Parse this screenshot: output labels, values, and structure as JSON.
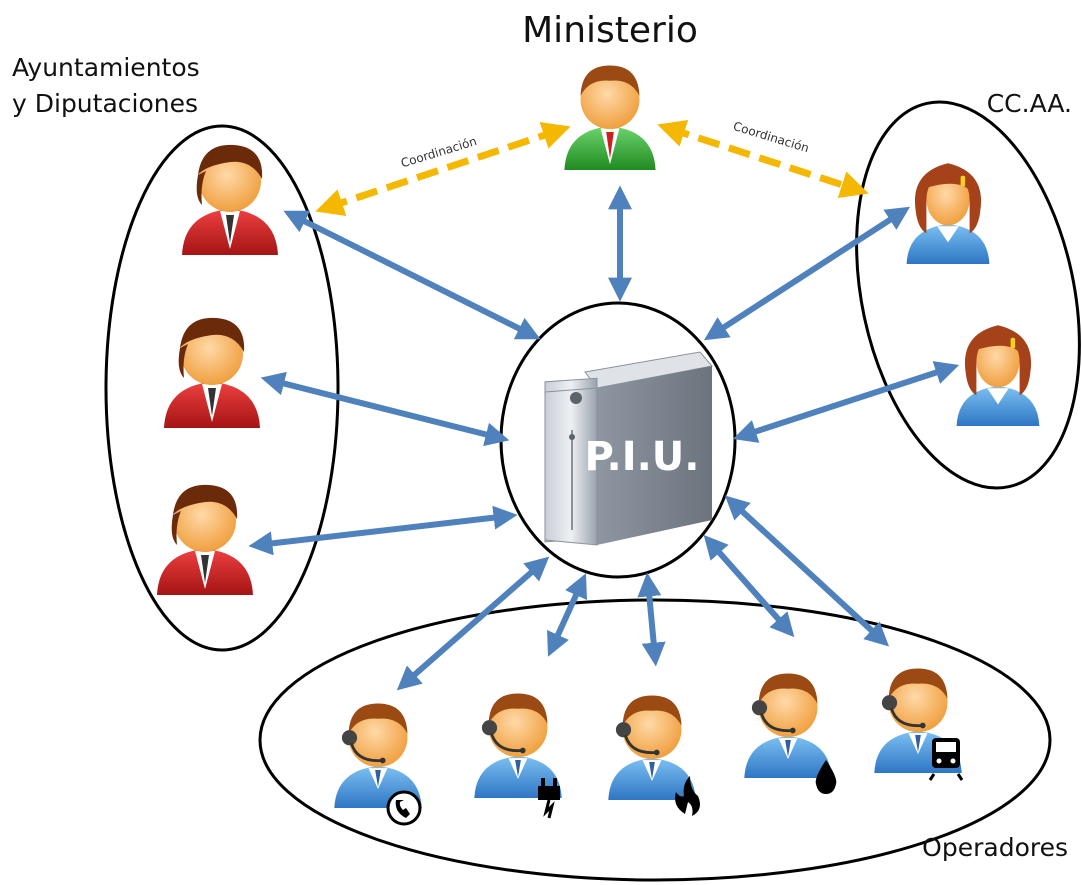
{
  "labels": {
    "ministry": "Ministerio",
    "municipalities_line1": "Ayuntamientos",
    "municipalities_line2": "y Diputaciones",
    "regions": "CC.AA.",
    "operators": "Operadores",
    "server": "P.I.U.",
    "coordination_left": "Coordinación",
    "coordination_right": "Coordinación"
  },
  "colors": {
    "link_arrow": "#4f81bd",
    "coordination_arrow": "#f5b800",
    "ministry_person": "#3aa83a",
    "municipality_person": "#cc1f1f",
    "region_person": "#3b8fd6",
    "operator_person": "#3b8fd6"
  },
  "operator_icons": [
    "telephone-icon",
    "power-plug-icon",
    "flame-icon",
    "water-drop-icon",
    "train-icon"
  ]
}
